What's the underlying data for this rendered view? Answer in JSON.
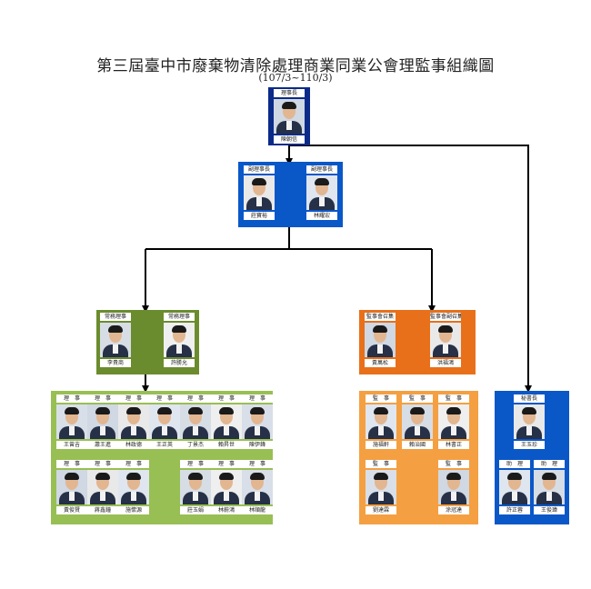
{
  "title": "第三屆臺中市廢棄物清除處理商業同業公會理監事組織圖",
  "subtitle": "(107/3~110/3)",
  "chairman": {
    "role": "理事長",
    "name": "陳朝信"
  },
  "vice_chairmen": [
    {
      "role": "副理事長",
      "name": "莊寶裕"
    },
    {
      "role": "副理事長",
      "name": "林耀宏"
    }
  ],
  "standing_directors": [
    {
      "role": "常務理事",
      "name": "李貴商"
    },
    {
      "role": "常務理事",
      "name": "許勝允"
    }
  ],
  "directors": [
    {
      "role": "理　事",
      "name": "王曾吉"
    },
    {
      "role": "理　事",
      "name": "蕭王進"
    },
    {
      "role": "理　事",
      "name": "林政德"
    },
    {
      "role": "理　事",
      "name": "王正英"
    },
    {
      "role": "理　事",
      "name": "丁景杰"
    },
    {
      "role": "理　事",
      "name": "賴昇世"
    },
    {
      "role": "理　事",
      "name": "陳伊鋒"
    },
    {
      "role": "理　事",
      "name": "黃俊賢"
    },
    {
      "role": "理　事",
      "name": "蔣鑫鐘"
    },
    {
      "role": "理　事",
      "name": "施懷源"
    },
    {
      "role": "理　事",
      "name": "莊玉娟"
    },
    {
      "role": "理　事",
      "name": "林蔚鴻"
    },
    {
      "role": "理　事",
      "name": "林順龍"
    }
  ],
  "supervisors_top": [
    {
      "role": "監事會召集",
      "name": "黃萬松"
    },
    {
      "role": "監事會副召集",
      "name": "洪福鴻"
    }
  ],
  "supervisors": [
    {
      "role": "監　事",
      "name": "施福軒"
    },
    {
      "role": "監　事",
      "name": "賴治國"
    },
    {
      "role": "監　事",
      "name": "林書正"
    },
    {
      "role": "監　事",
      "name": "劉達霖"
    },
    {
      "role": "監　事",
      "name": "涂冠達"
    }
  ],
  "secretariat": [
    {
      "role": "秘書長",
      "name": "王玉珍"
    },
    {
      "role": "助　理",
      "name": "許正蓉"
    },
    {
      "role": "助　理",
      "name": "王俊瑋"
    }
  ],
  "colors": {
    "blue_dark": "#0b2a8a",
    "blue": "#0a57c8",
    "green_dark": "#6b8c2e",
    "green_light": "#98bf53",
    "orange": "#e8701a",
    "orange_light": "#f4a042"
  }
}
